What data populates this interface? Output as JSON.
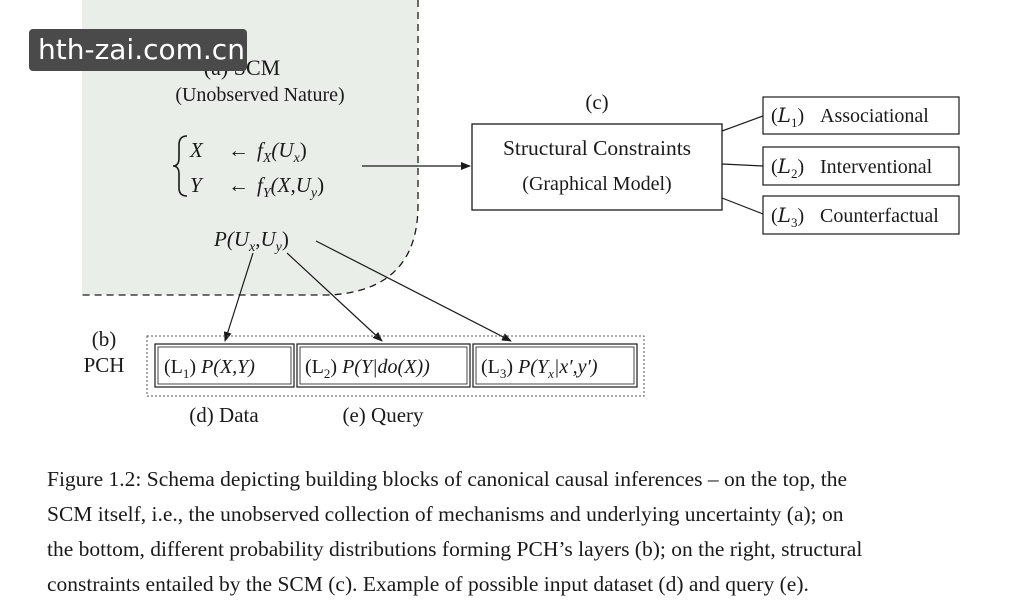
{
  "watermark": "hth-zai.com.cn",
  "scm": {
    "title": "(a) SCM",
    "subtitle": "(Unobserved Nature)",
    "eq_x": [
      "X",
      "←",
      "f",
      "X",
      "(U",
      "x",
      ")"
    ],
    "eq_y": [
      "Y",
      "←",
      "f",
      "Y",
      "(X,U",
      "y",
      ")"
    ],
    "dist": [
      "P(U",
      "x",
      ",U",
      "y",
      ")"
    ]
  },
  "constraints": {
    "label": "(c)",
    "line1": "Structural Constraints",
    "line2": "(Graphical Model)"
  },
  "layers": [
    {
      "prefix": "(",
      "sym": "L",
      "sub": "1",
      "suffix": ")",
      "name": "Associational"
    },
    {
      "prefix": "(",
      "sym": "L",
      "sub": "2",
      "suffix": ")",
      "name": "Interventional"
    },
    {
      "prefix": "(",
      "sym": "L",
      "sub": "3",
      "suffix": ")",
      "name": "Counterfactual"
    }
  ],
  "pch": {
    "label_b": "(b)",
    "label": "PCH",
    "box1": [
      "(L",
      "1",
      ") ",
      "P(X,Y)"
    ],
    "box2": [
      "(L",
      "2",
      ") ",
      "P(Y|do(X))"
    ],
    "box3": [
      "(L",
      "3",
      ") ",
      "P(Y",
      "x",
      "|x′,y′)"
    ]
  },
  "data_label": "(d) Data",
  "query_label": "(e) Query",
  "caption": [
    "Figure 1.2: Schema depicting building blocks of canonical causal inferences – on the top, the",
    "SCM itself, i.e., the unobserved collection of mechanisms and underlying uncertainty (a); on",
    "the bottom, different probability distributions forming PCH’s layers (b); on the right, structural",
    "constraints entailed by the SCM (c). Example of possible input dataset (d) and query (e)."
  ]
}
